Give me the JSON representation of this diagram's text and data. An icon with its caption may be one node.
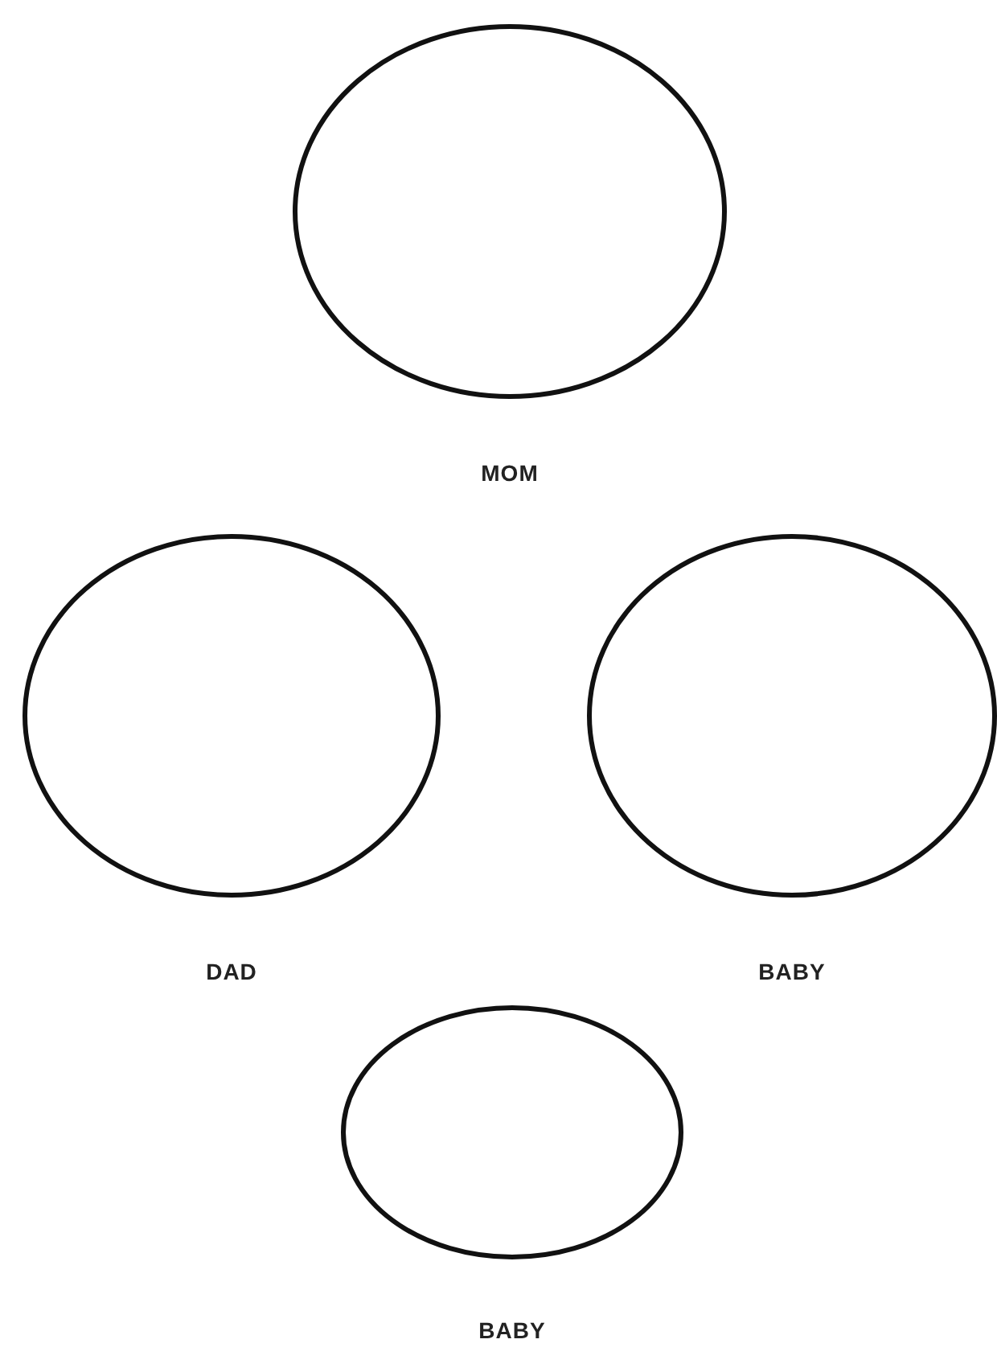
{
  "diagram": {
    "nodes": [
      {
        "text": [
          "MOM"
        ]
      },
      {
        "text": [
          "DAD"
        ]
      },
      {
        "text": [
          "BABY"
        ]
      },
      {
        "text": [
          "BABY"
        ]
      }
    ]
  }
}
